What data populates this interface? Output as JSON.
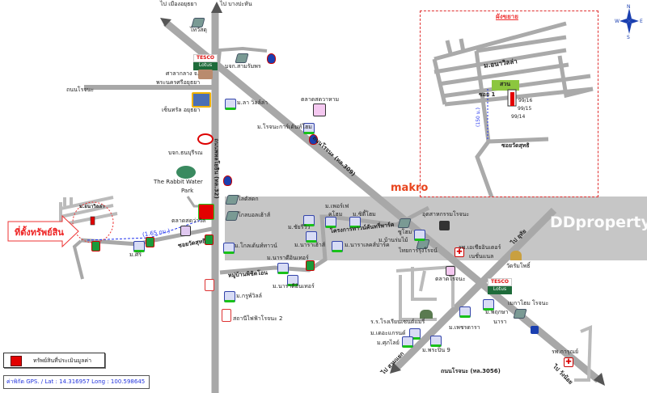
{
  "map": {
    "labels": [
      "ไป เมืองอยุธยา",
      "ไป บางปะหัน",
      "ไทวัสดุ",
      "บจก.สามรัมพร",
      "ศาลากลาง จ.",
      "พระนครศรีอยุธยา",
      "ถนนโรจนะ",
      "เซ็นทรัล อยุธยา",
      "ม.ลา วิลล์ล่า",
      "ตลาดสดวาหาม",
      "ม.โรจนะการ์เด้นท์โฮม",
      "บจก.ธนบุรีรณ",
      "The Rabbit Water",
      "Park",
      "ถนนโรจนะ (ทล.309)",
      "ถนนพหลโยธิน (ทล.32)",
      "makro",
      "โลตัสดก",
      "โกลบอลเฮ้าส์",
      "ม.เพอร์เฟ",
      "คโฮม",
      "ม.ซิตี้โฮม",
      "อุตสาหกรรมโรจนะ",
      "ม.ชัยรีวิว",
      "โครงการทาวน์คันทรี่พาร์ค",
      "ซูโฮม",
      "ม.บ้านร่มไม้",
      "ม.นาราเฮ้าส์",
      "ม.นาราเลคส์ปาร์ค",
      "ไทยการรุ่งโรจน์",
      "ม.โกลเด้นท์ทาวน์",
      "ม.นาราดีอินเทอร์",
      "หมู่บ้านพิชิตโอน",
      "ม.นาราดีอินเทอร์",
      "ม.กรูพ์วิลล์",
      "ตลาดสดว่าวิล",
      "ซอยวัดสุทธิ",
      "(1.65 กม.)",
      "ม.ศิริ",
      "ม.อนาวิลล่า",
      "รพ.เอเชียอินเตอร์",
      "เนชั่นแนล",
      "ตลาดโรจนะ",
      "วัดรัมโพธิ์",
      "เมกาโฮม โรจนะ",
      "ม.พฤกษา",
      "นารา",
      "ร.ร.โรงเรียนเซนต์แมรี่",
      "ม.เพชรดารา",
      "ม.เดอะแกรนด์",
      "ม.ศุภไลย์",
      "ม.พระปิ่น 9",
      "รพ.การุณย์",
      "ไป วังน้อย",
      "ไป สามแยก",
      "ถนนโรจนะ (ทล.3056)",
      "ไป อุทัย",
      "สถานีไฟฟ้าโรจนะ 2"
    ],
    "callout": "ที่ตั้งทรัพย์สิน",
    "tesco_top": "TESCO",
    "tesco_bottom": "Lotus",
    "watermark": "DDproperty"
  },
  "inset": {
    "title": "ผังขยาย",
    "village": "ม.อนาวิลล่า",
    "park": "สวน",
    "soi": "ซอย 1",
    "plots": [
      "99/16",
      "99/15",
      "99/14"
    ],
    "distance": "(150 ม.)",
    "road": "ซอยวัดสุทธิ"
  },
  "legend": {
    "label": "ทรัพย์สินที่ประเมินมูลค่า",
    "color": "#e30000"
  },
  "gps": {
    "text": "ค่าพิกัด GPS. /  Lat : 14.316957  Long : 100.598645"
  },
  "compass": {
    "n": "N",
    "s": "S",
    "e": "E",
    "w": "W"
  }
}
